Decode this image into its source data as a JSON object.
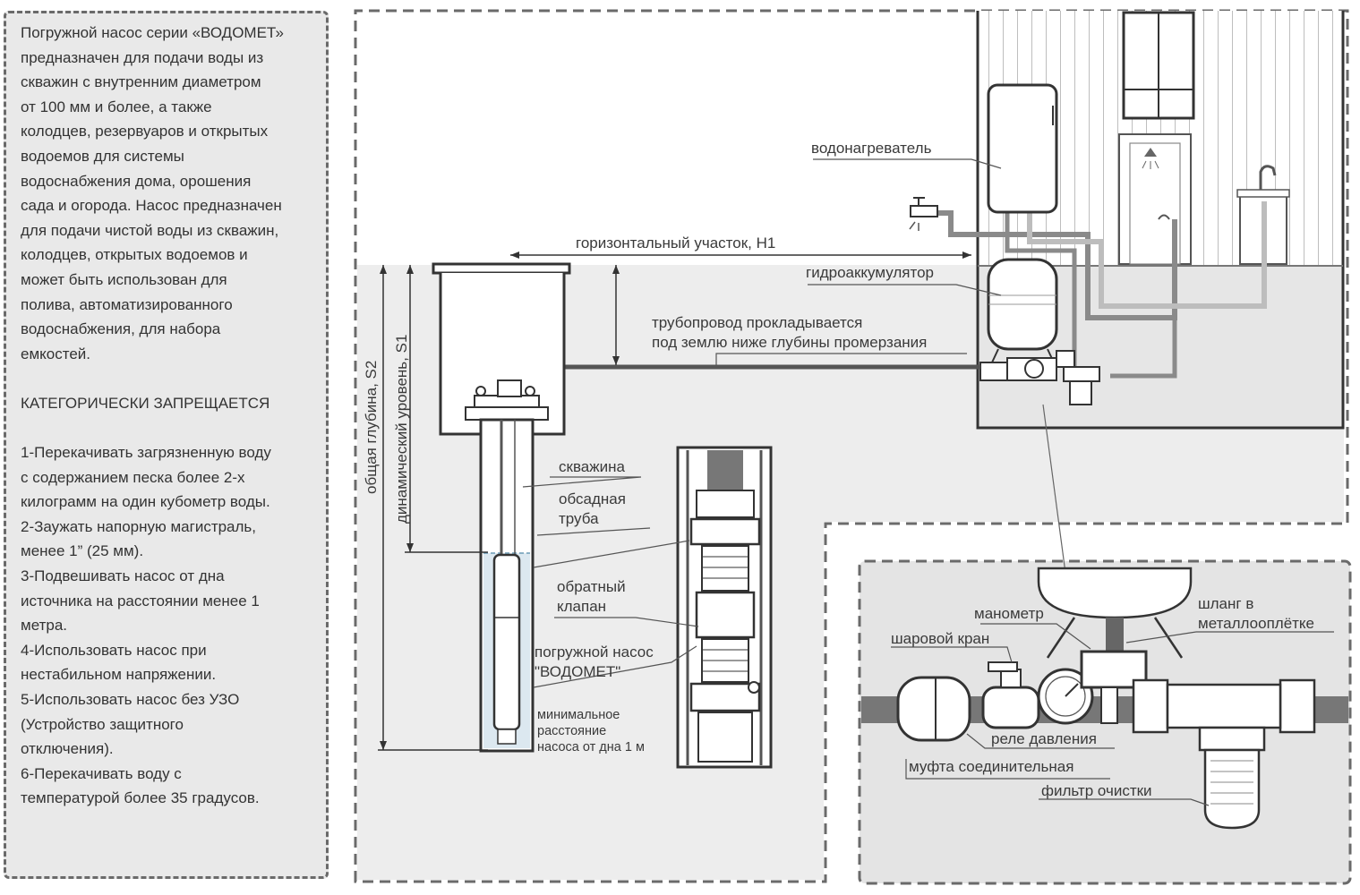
{
  "info": {
    "intro": "Погружной насос серии «ВОДОМЕТ»\nпредназначен для подачи воды из\nскважин с внутренним диаметром\nот 100 мм и более, а также\nколодцев, резервуаров и открытых\nводоемов для системы\nводоснабжения дома, орошения\nсада и огорода. Насос предназначен\nдля подачи чистой воды из скважин,\nколодцев, открытых водоемов и\nможет быть использован для\nполива, автоматизированного\nводоснабжения, для набора\nемкостей.",
    "prohibited_title": "КАТЕГОРИЧЕСКИ ЗАПРЕЩАЕТСЯ",
    "rules": [
      "1-Перекачивать загрязненную воду\nс содержанием песка более 2-х\nкилограмм на один кубометр воды.",
      "2-Заужать напорную магистраль,\nменее 1”  (25 мм).",
      "3-Подвешивать насос от дна\nисточника на расстоянии менее 1\nметра.",
      "4-Использовать насос при\nнестабильном напряжении.",
      "5-Использовать насос без УЗО\n(Устройство защитного\nотключения).",
      "6-Перекачивать воду с\nтемпературой более 35 градусов."
    ]
  },
  "labels": {
    "water_heater": "водонагреватель",
    "horizontal_section": "горизонтальный участок, H1",
    "accumulator": "гидроаккумулятор",
    "pipeline_line1": "трубопровод прокладывается",
    "pipeline_line2": "под землю ниже глубины промерзания",
    "total_depth": "общая глубина, S2",
    "dynamic_level": "динамический уровень, S1",
    "well": "скважина",
    "casing_line1": "обсадная",
    "casing_line2": "труба",
    "check_valve_line1": "обратный",
    "check_valve_line2": "клапан",
    "pump_line1": "погружной насос",
    "pump_line2": "\"ВОДОМЕТ\"",
    "min_dist_line1": "минимальное",
    "min_dist_line2": "расстояние",
    "min_dist_line3": "насоса от дна 1 м",
    "manometer": "манометр",
    "hose_line1": "шланг в",
    "hose_line2": "металлооплётке",
    "ball_valve": "шаровой кран",
    "pressure_relay": "реле давления",
    "coupling": "муфта соединительная",
    "filter": "фильтр очистки"
  }
}
